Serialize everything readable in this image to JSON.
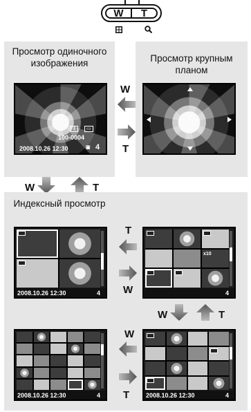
{
  "zoom_lever": {
    "wide_label": "W",
    "tele_label": "T",
    "wide_icon": "index-grid-icon",
    "tele_icon": "magnifier-icon"
  },
  "single_view": {
    "title": "Просмотр одиночного изображения",
    "datetime": "2008.10.26  12:30",
    "file_number": "100-0004",
    "frame_count": "4"
  },
  "closeup_view": {
    "title": "Просмотр крупным планом"
  },
  "index_view": {
    "title": "Индексный просмотр",
    "datetime": "2008.10.26  12:30",
    "frame_count": "4",
    "print_count": "x10"
  },
  "arrows": {
    "w": "W",
    "t": "T"
  }
}
